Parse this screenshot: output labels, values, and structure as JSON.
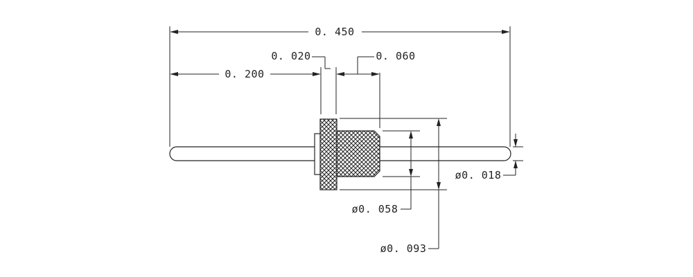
{
  "drawing": {
    "dimensions": {
      "overall_length": "0. 450",
      "pin_length": "0. 200",
      "flange_thickness": "0. 020",
      "knurl_length": "0. 060",
      "pin_diameter": "ø0. 018",
      "knurl_diameter": "ø0. 058",
      "flange_diameter": "ø0. 093"
    },
    "colors": {
      "line": "#222222",
      "background": "#ffffff"
    }
  }
}
